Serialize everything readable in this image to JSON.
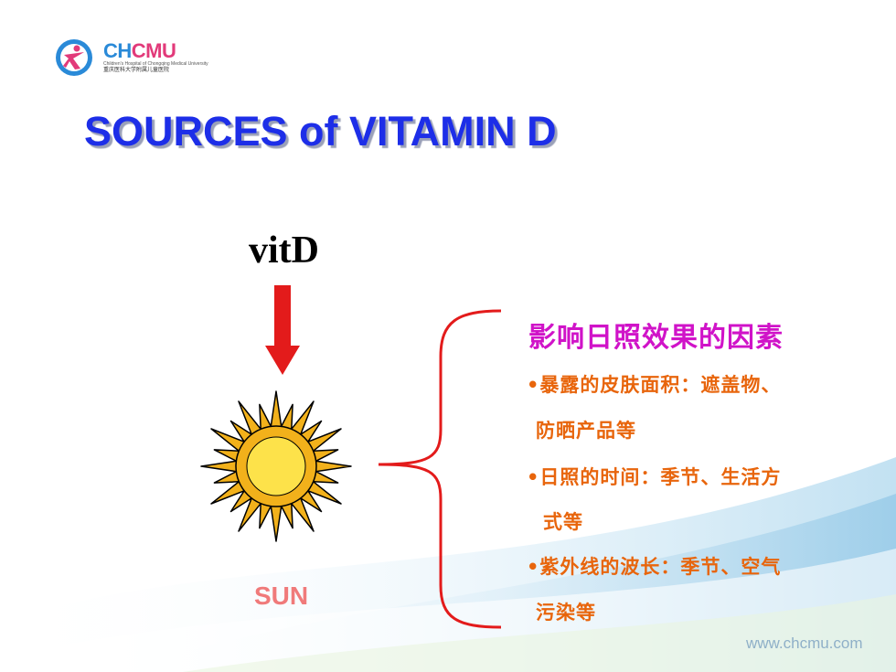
{
  "logo": {
    "brand_ch": "CH",
    "brand_cmu": "CMU",
    "subtitle_en": "Children's Hospital of Chongqing Medical University",
    "subtitle_cn": "重庆医科大学附属儿童医院"
  },
  "slide": {
    "title": "SOURCES of VITAMIN D",
    "vitd_label": "vitD",
    "sun_label": "SUN",
    "factors_title": "影响日照效果的因素",
    "factor_lines": [
      "•暴露的皮肤面积：遮盖物、",
      "防晒产品等",
      "•日照的时间：季节、生活方",
      "式等",
      "•紫外线的波长：季节、空气",
      "污染等"
    ],
    "website": "www.chcmu.com"
  },
  "colors": {
    "title": "#1d2ee8",
    "arrow": "#e31b1b",
    "brace": "#e31b1b",
    "sun_fill": "#f2b11b",
    "factors_title": "#d013c8",
    "factor_text": "#e8650c",
    "sun_label": "#f07a7a"
  },
  "icons": {
    "logo_mark": "child-figure-icon",
    "sun": "sun-icon",
    "arrow": "arrow-down-icon",
    "brace": "curly-brace-icon"
  }
}
